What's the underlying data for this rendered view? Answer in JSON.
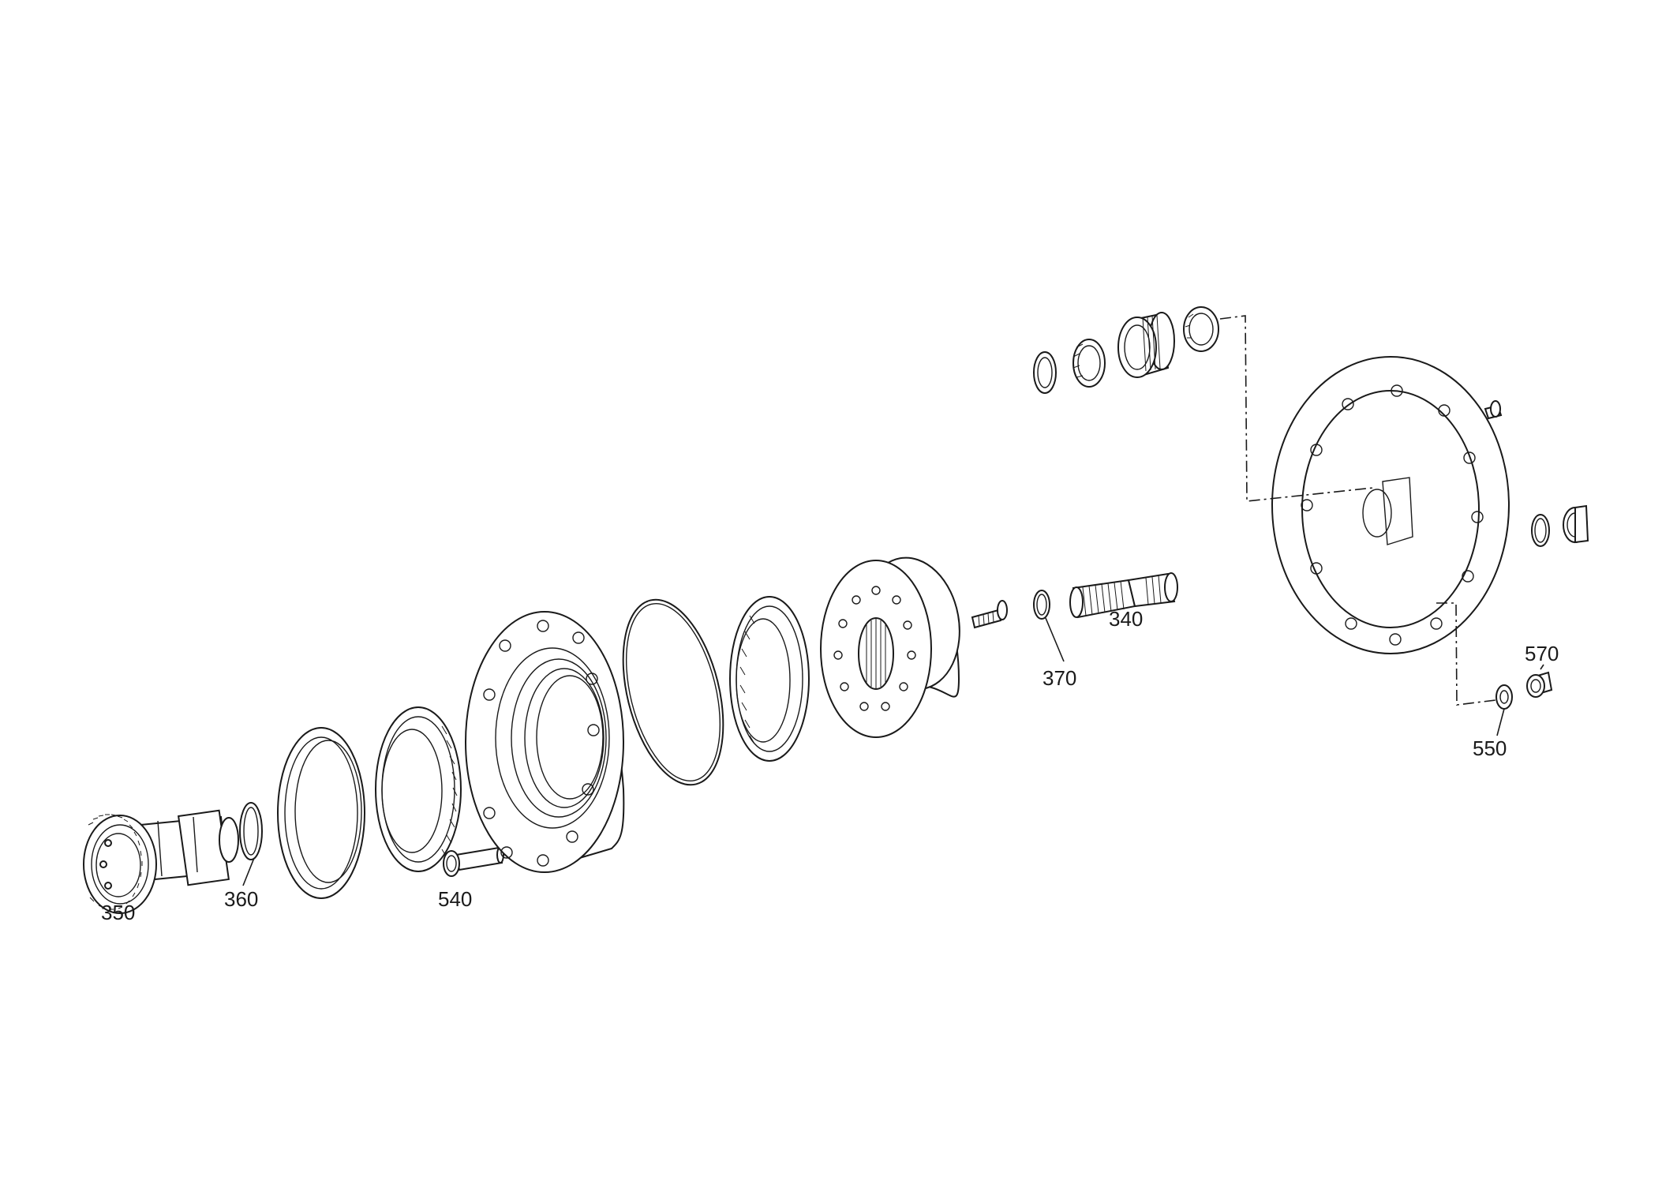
{
  "callouts": {
    "c350": "350",
    "c360": "360",
    "c540": "540",
    "c370": "370",
    "c340": "340",
    "c550": "550",
    "c570": "570"
  }
}
